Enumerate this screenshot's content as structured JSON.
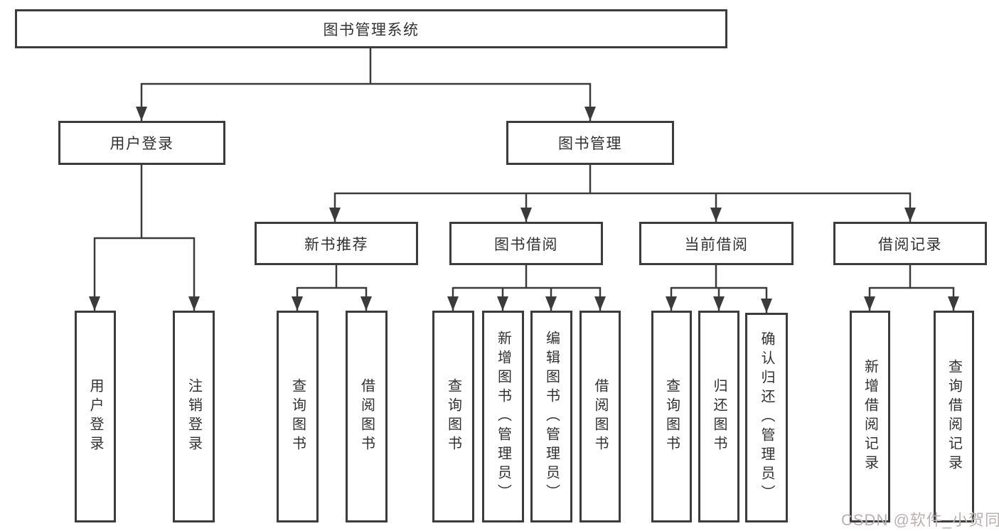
{
  "diagram": {
    "root": {
      "label": "图书管理系统"
    },
    "level2": [
      {
        "label": "用户登录"
      },
      {
        "label": "图书管理"
      }
    ],
    "level3": [
      {
        "label": "新书推荐"
      },
      {
        "label": "图书借阅"
      },
      {
        "label": "当前借阅"
      },
      {
        "label": "借阅记录"
      }
    ],
    "children": {
      "user_login": [
        "用户登录",
        "注销登录"
      ],
      "new_books": [
        "查询图书",
        "借阅图书"
      ],
      "book_borrow": [
        "查询图书",
        "新增图书（管理员）",
        "编辑图书（管理员）",
        "借阅图书"
      ],
      "current_borrow": [
        "查询图书",
        "归还图书",
        "确认归还（管理员）"
      ],
      "borrow_records": [
        "新增借阅记录",
        "查询借阅记录"
      ]
    }
  },
  "watermark": {
    "text": "CSDN @软件_小贺同学"
  },
  "colors": {
    "line": "#3b3b3b",
    "border": "#3c3c3c",
    "text": "#313131",
    "watermark": "#b9b1b1",
    "background": "#ffffff"
  }
}
